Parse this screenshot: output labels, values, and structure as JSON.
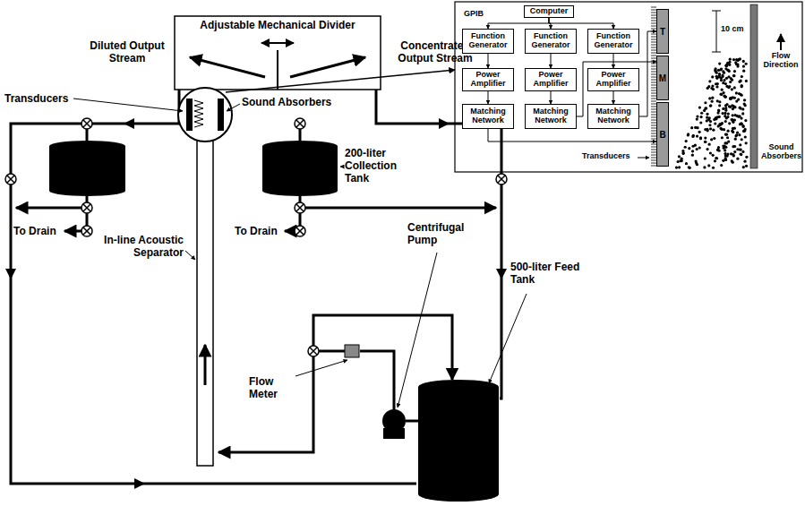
{
  "diagram": {
    "nodes": [
      {
        "text": [
          "Computer"
        ]
      },
      {
        "text": [
          "Function Generator"
        ]
      },
      {
        "text": [
          "Function Generator"
        ]
      },
      {
        "text": [
          "Function Generator"
        ]
      },
      {
        "text": [
          "Power Amplifier"
        ]
      },
      {
        "text": [
          "Power Amplifier"
        ]
      },
      {
        "text": [
          "Power Amplifier"
        ]
      },
      {
        "text": [
          "Matching Network"
        ]
      },
      {
        "text": [
          "Matching Network"
        ]
      },
      {
        "text": [
          "Matching Network"
        ]
      },
      {
        "text": [
          "T"
        ]
      },
      {
        "text": [
          "M"
        ]
      },
      {
        "text": [
          "B"
        ]
      }
    ],
    "edges": [
      {
        "from": 0,
        "to": 1,
        "arrow": "to",
        "label": "GPIB"
      },
      {
        "from": 0,
        "to": 2,
        "arrow": "to"
      },
      {
        "from": 0,
        "to": 3,
        "arrow": "to"
      },
      {
        "from": 1,
        "to": 4,
        "arrow": "to"
      },
      {
        "from": 2,
        "to": 5,
        "arrow": "to"
      },
      {
        "from": 3,
        "to": 6,
        "arrow": "to"
      },
      {
        "from": 4,
        "to": 7,
        "arrow": "to"
      },
      {
        "from": 5,
        "to": 8,
        "arrow": "to"
      },
      {
        "from": 6,
        "to": 9,
        "arrow": "to"
      },
      {
        "from": 7,
        "to": 12,
        "arrow": "to"
      },
      {
        "from": 8,
        "to": 11,
        "arrow": "to"
      },
      {
        "from": 9,
        "to": 10,
        "arrow": "to"
      }
    ],
    "labels": [
      "Adjustable Mechanical Divider",
      "Diluted Output Stream",
      "Concentrated Output Stream",
      "Transducers",
      "Sound Absorbers",
      "200-liter Collection Tank",
      "To Drain",
      "To Drain",
      "In-line Acoustic Separator",
      "Centrifugal Pump",
      "500-liter Feed Tank",
      "Flow Meter",
      "10 cm",
      "Flow Direction",
      "Sound Absorbers",
      "Transducers"
    ]
  }
}
